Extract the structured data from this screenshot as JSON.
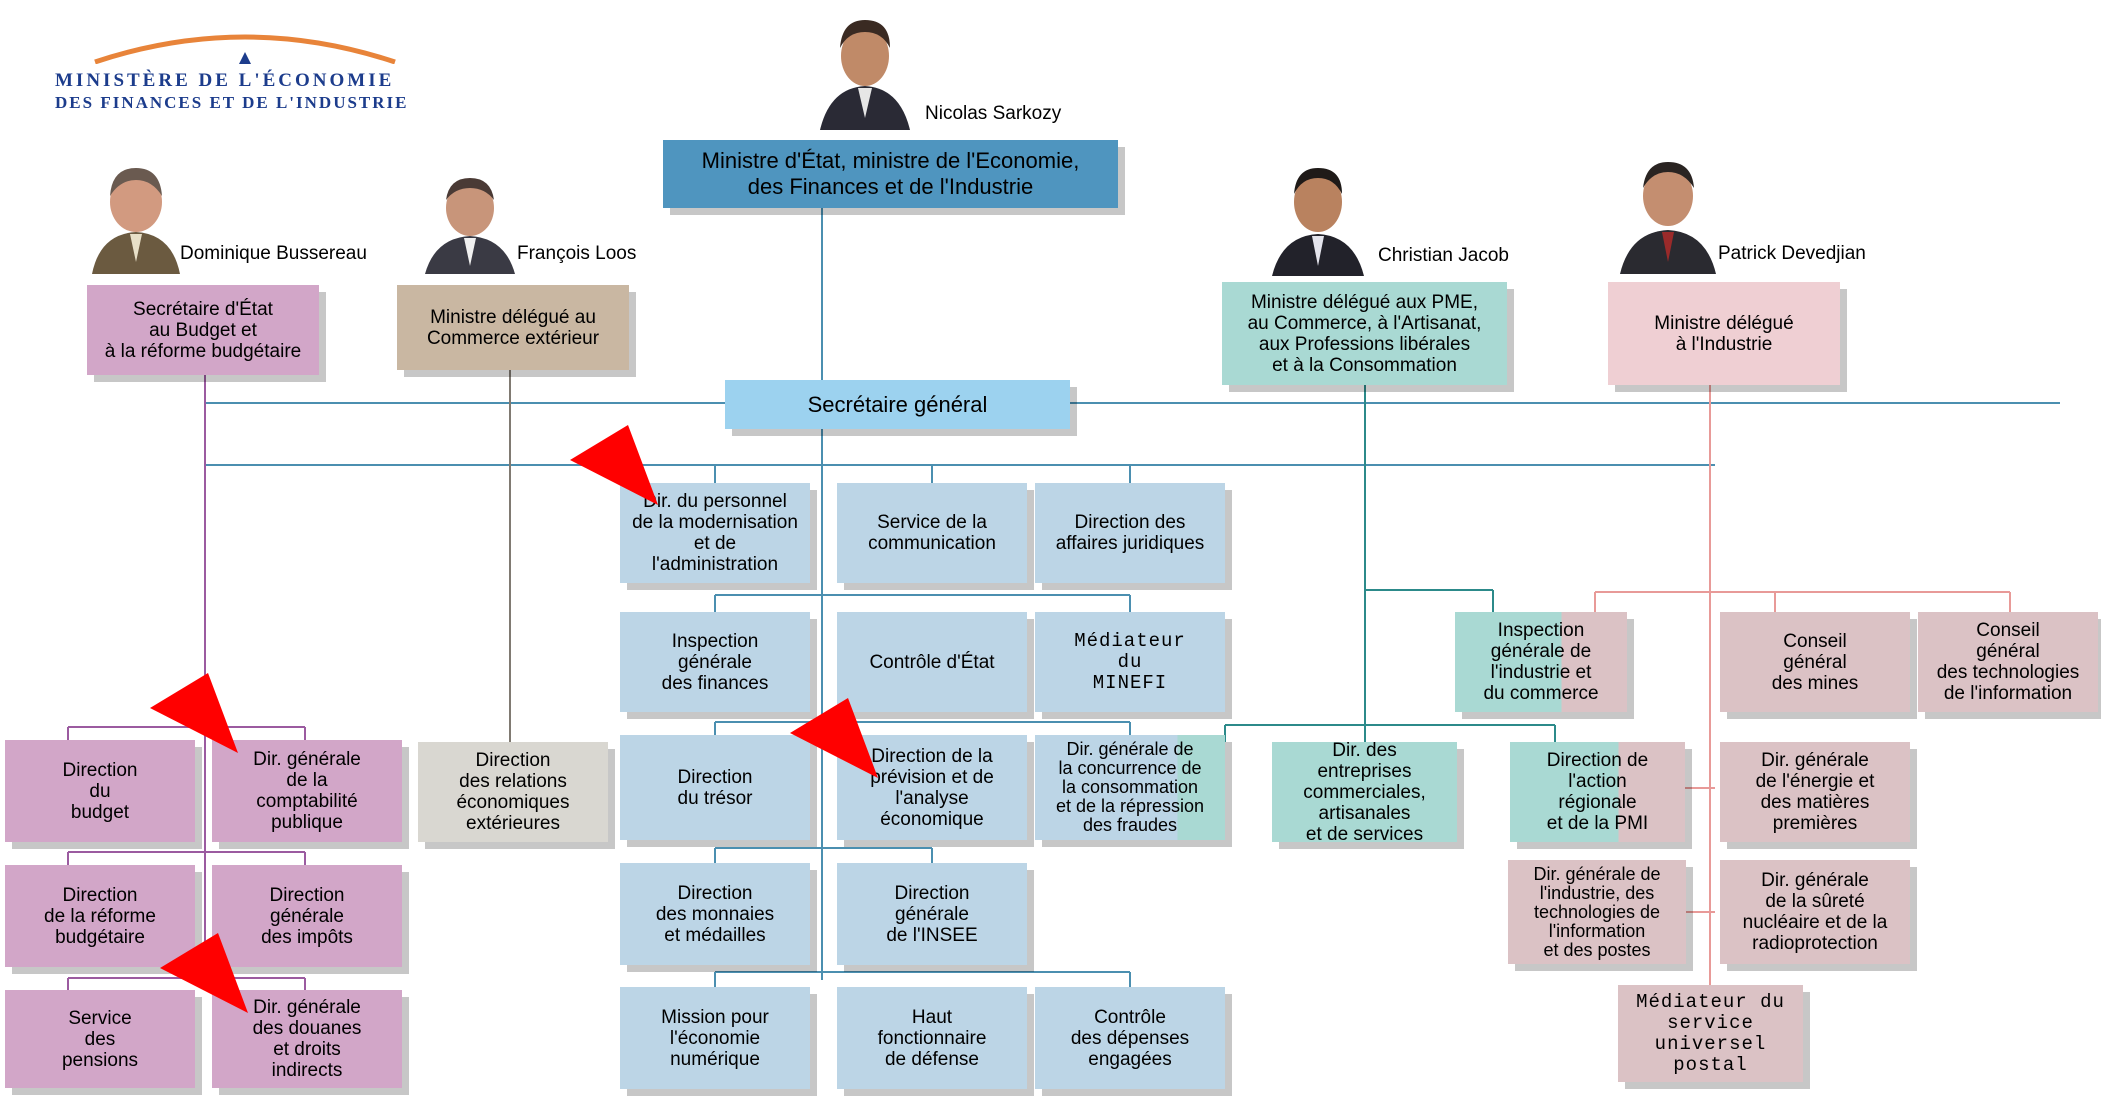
{
  "logo": {
    "line1": "MINISTÈRE DE L'ÉCONOMIE",
    "line2": "DES FINANCES ET DE L'INDUSTRIE"
  },
  "people": {
    "sarkozy": "Nicolas Sarkozy",
    "bussereau": "Dominique Bussereau",
    "loos": "François Loos",
    "jacob": "Christian Jacob",
    "devedjian": "Patrick Devedjian"
  },
  "boxes": {
    "minister": "Ministre d'État, ministre de l'Economie,\ndes Finances et de l'Industrie",
    "budget_secretary": "Secrétaire d'État\nau Budget et\nà la réforme budgétaire",
    "commerce_exterieur": "Ministre délégué au\nCommerce extérieur",
    "pme": "Ministre délégué aux PME,\nau Commerce, à l'Artisanat,\naux Professions libérales\net à la Consommation",
    "industrie_minister": "Ministre délégué\nà l'Industrie",
    "secretaire_general": "Secrétaire général",
    "dir_personnel": "Dir. du personnel\nde la modernisation\net de\nl'administration",
    "service_communication": "Service de la\ncommunication",
    "affaires_juridiques": "Direction des\naffaires juridiques",
    "inspection_finances": "Inspection\ngénérale\ndes finances",
    "controle_etat": "Contrôle d'État",
    "mediateur_minefi": "Médiateur\ndu\nMINEFI",
    "direction_tresor": "Direction\ndu trésor",
    "prevision": "Direction de la\nprévision et de\nl'analyse\néconomique",
    "concurrence": "Dir. générale de\nla concurrence de\nla consommation\net de la répression\ndes fraudes",
    "monnaies": "Direction\ndes monnaies\net médailles",
    "insee": "Direction\ngénérale\nde l'INSEE",
    "mission_numerique": "Mission pour\nl'économie\nnumérique",
    "haut_fonctionnaire": "Haut\nfonctionnaire\nde défense",
    "controle_depenses": "Contrôle\ndes dépenses\nengagées",
    "direction_budget": "Direction\ndu\nbudget",
    "comptabilite_publique": "Dir. générale\nde la\ncomptabilité\npublique",
    "reforme_budgetaire": "Direction\nde la réforme\nbudgétaire",
    "impots": "Direction\ngénérale\ndes impôts",
    "pensions": "Service\ndes\npensions",
    "douanes": "Dir. générale\ndes douanes\net droits\nindirects",
    "relations_economiques": "Direction\ndes relations\néconomiques\nextérieures",
    "entreprises": "Dir. des\nentreprises\ncommerciales,\nartisanales\net de services",
    "inspection_industrie": "Inspection\ngénérale de\nl'industrie et\ndu commerce",
    "conseil_mines": "Conseil\ngénéral\ndes mines",
    "conseil_technologies": "Conseil\ngénéral\ndes technologies\nde l'information",
    "action_regionale": "Direction de\nl'action\nrégionale\net de la PMI",
    "energie": "Dir. générale\nde l'énergie et\ndes matières\npremières",
    "industrie_postes": "Dir. générale de\nl'industrie, des\ntechnologies de\nl'information\net des postes",
    "surete_nucleaire": "Dir. générale\nde la sûreté\nnucléaire et de la\nradioprotection",
    "mediateur_postal": "Médiateur du\nservice\nuniversel\npostal"
  },
  "colors": {
    "minister": "#4f95bf",
    "central": "#bcd5e6",
    "budget": "#d2a6c8",
    "commerce": "#c9b7a2",
    "pme": "#a9d9d3",
    "industrie": "#efcfd3",
    "line_blue": "#4b8fb0",
    "line_purple": "#9b5ba0",
    "line_grey": "#807a72",
    "line_teal": "#2c8a8a",
    "line_pink": "#e89a98",
    "arrow": "#ff0000"
  }
}
